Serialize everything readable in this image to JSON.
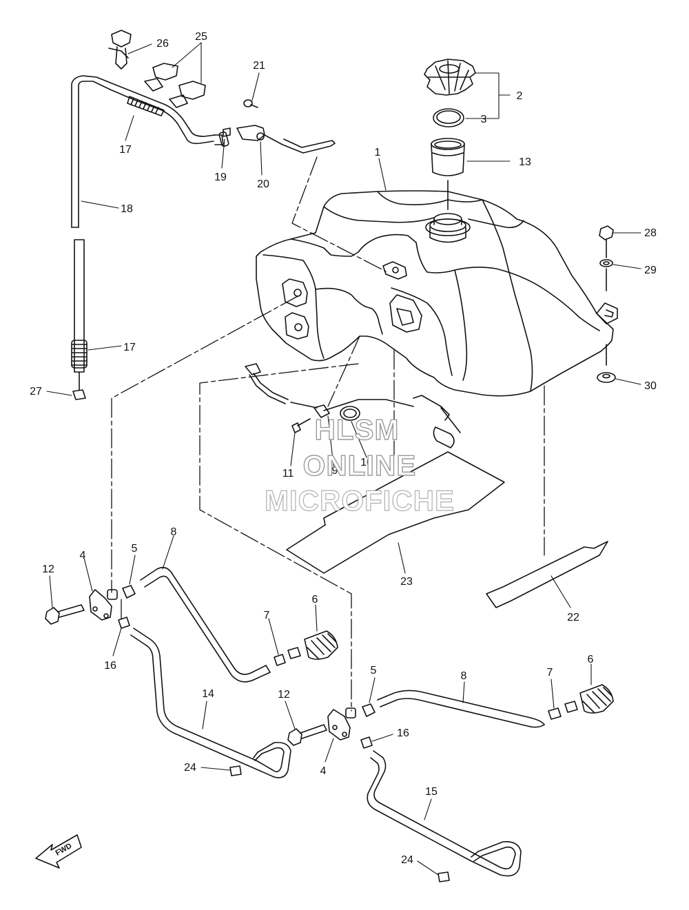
{
  "callouts": [
    {
      "id": "c26",
      "text": "26"
    },
    {
      "id": "c25",
      "text": "25"
    },
    {
      "id": "c21",
      "text": "21"
    },
    {
      "id": "c2",
      "text": "2"
    },
    {
      "id": "c3",
      "text": "3"
    },
    {
      "id": "c13",
      "text": "13"
    },
    {
      "id": "c1",
      "text": "1"
    },
    {
      "id": "c17a",
      "text": "17"
    },
    {
      "id": "c19",
      "text": "19"
    },
    {
      "id": "c20",
      "text": "20"
    },
    {
      "id": "c18",
      "text": "18"
    },
    {
      "id": "c28",
      "text": "28"
    },
    {
      "id": "c29",
      "text": "29"
    },
    {
      "id": "c17b",
      "text": "17"
    },
    {
      "id": "c30",
      "text": "30"
    },
    {
      "id": "c27",
      "text": "27"
    },
    {
      "id": "c11",
      "text": "11"
    },
    {
      "id": "c9",
      "text": "9"
    },
    {
      "id": "c10",
      "text": "10"
    },
    {
      "id": "c23",
      "text": "23"
    },
    {
      "id": "c22",
      "text": "22"
    },
    {
      "id": "c12a",
      "text": "12"
    },
    {
      "id": "c4a",
      "text": "4"
    },
    {
      "id": "c5a",
      "text": "5"
    },
    {
      "id": "c8a",
      "text": "8"
    },
    {
      "id": "c16a",
      "text": "16"
    },
    {
      "id": "c7a",
      "text": "7"
    },
    {
      "id": "c6a",
      "text": "6"
    },
    {
      "id": "c14",
      "text": "14"
    },
    {
      "id": "c24a",
      "text": "24"
    },
    {
      "id": "c5b",
      "text": "5"
    },
    {
      "id": "c8b",
      "text": "8"
    },
    {
      "id": "c7b",
      "text": "7"
    },
    {
      "id": "c6b",
      "text": "6"
    },
    {
      "id": "c12b",
      "text": "12"
    },
    {
      "id": "c16b",
      "text": "16"
    },
    {
      "id": "c4b",
      "text": "4"
    },
    {
      "id": "c15",
      "text": "15"
    },
    {
      "id": "c24b",
      "text": "24"
    }
  ],
  "watermark": {
    "line1": "HLSM",
    "line2": "ONLINE",
    "line3": "MICROFICHE"
  },
  "direction_badge": "FWD"
}
